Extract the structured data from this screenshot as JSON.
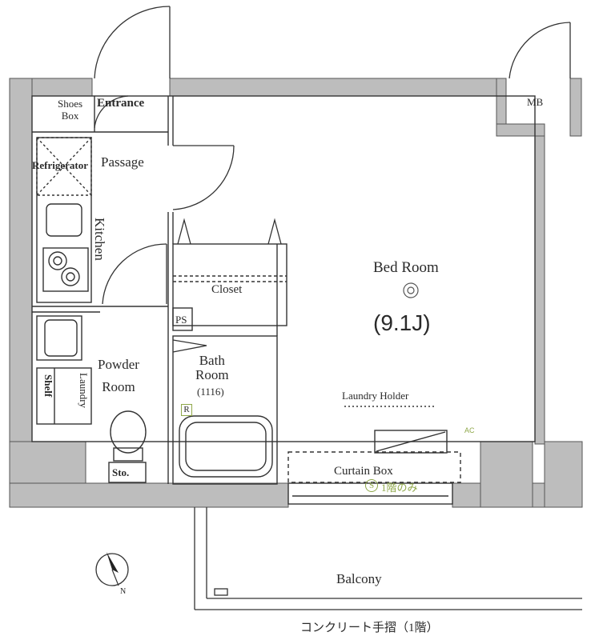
{
  "rooms": {
    "entrance": "Entrance",
    "shoes_box": "Shoes\nBox",
    "passage": "Passage",
    "refrigerator": "Refrigerator",
    "kitchen": "Kitchen",
    "ps": "PS",
    "closet": "Closet",
    "bed_room": "Bed Room",
    "bed_room_size": "(9.1J)",
    "bath_room": "Bath\nRoom",
    "bath_size": "(1116)",
    "powder_room": "Powder\nRoom",
    "shelf": "Shelf",
    "laundry": "Laundry",
    "storage": "Sto.",
    "mb": "MB",
    "laundry_holder": "Laundry Holder",
    "curtain_box": "Curtain Box",
    "first_floor_only": "1階のみ",
    "s_mark": "S",
    "ac": "AC",
    "r_mark": "R",
    "balcony": "Balcony"
  },
  "footer_note": "コンクリート手摺（1階）",
  "compass": {
    "north_label": "N",
    "icon": "north-arrow-icon"
  },
  "colors": {
    "wall": "#bdbdbd",
    "line": "#333333",
    "accent": "#8fa84a"
  }
}
